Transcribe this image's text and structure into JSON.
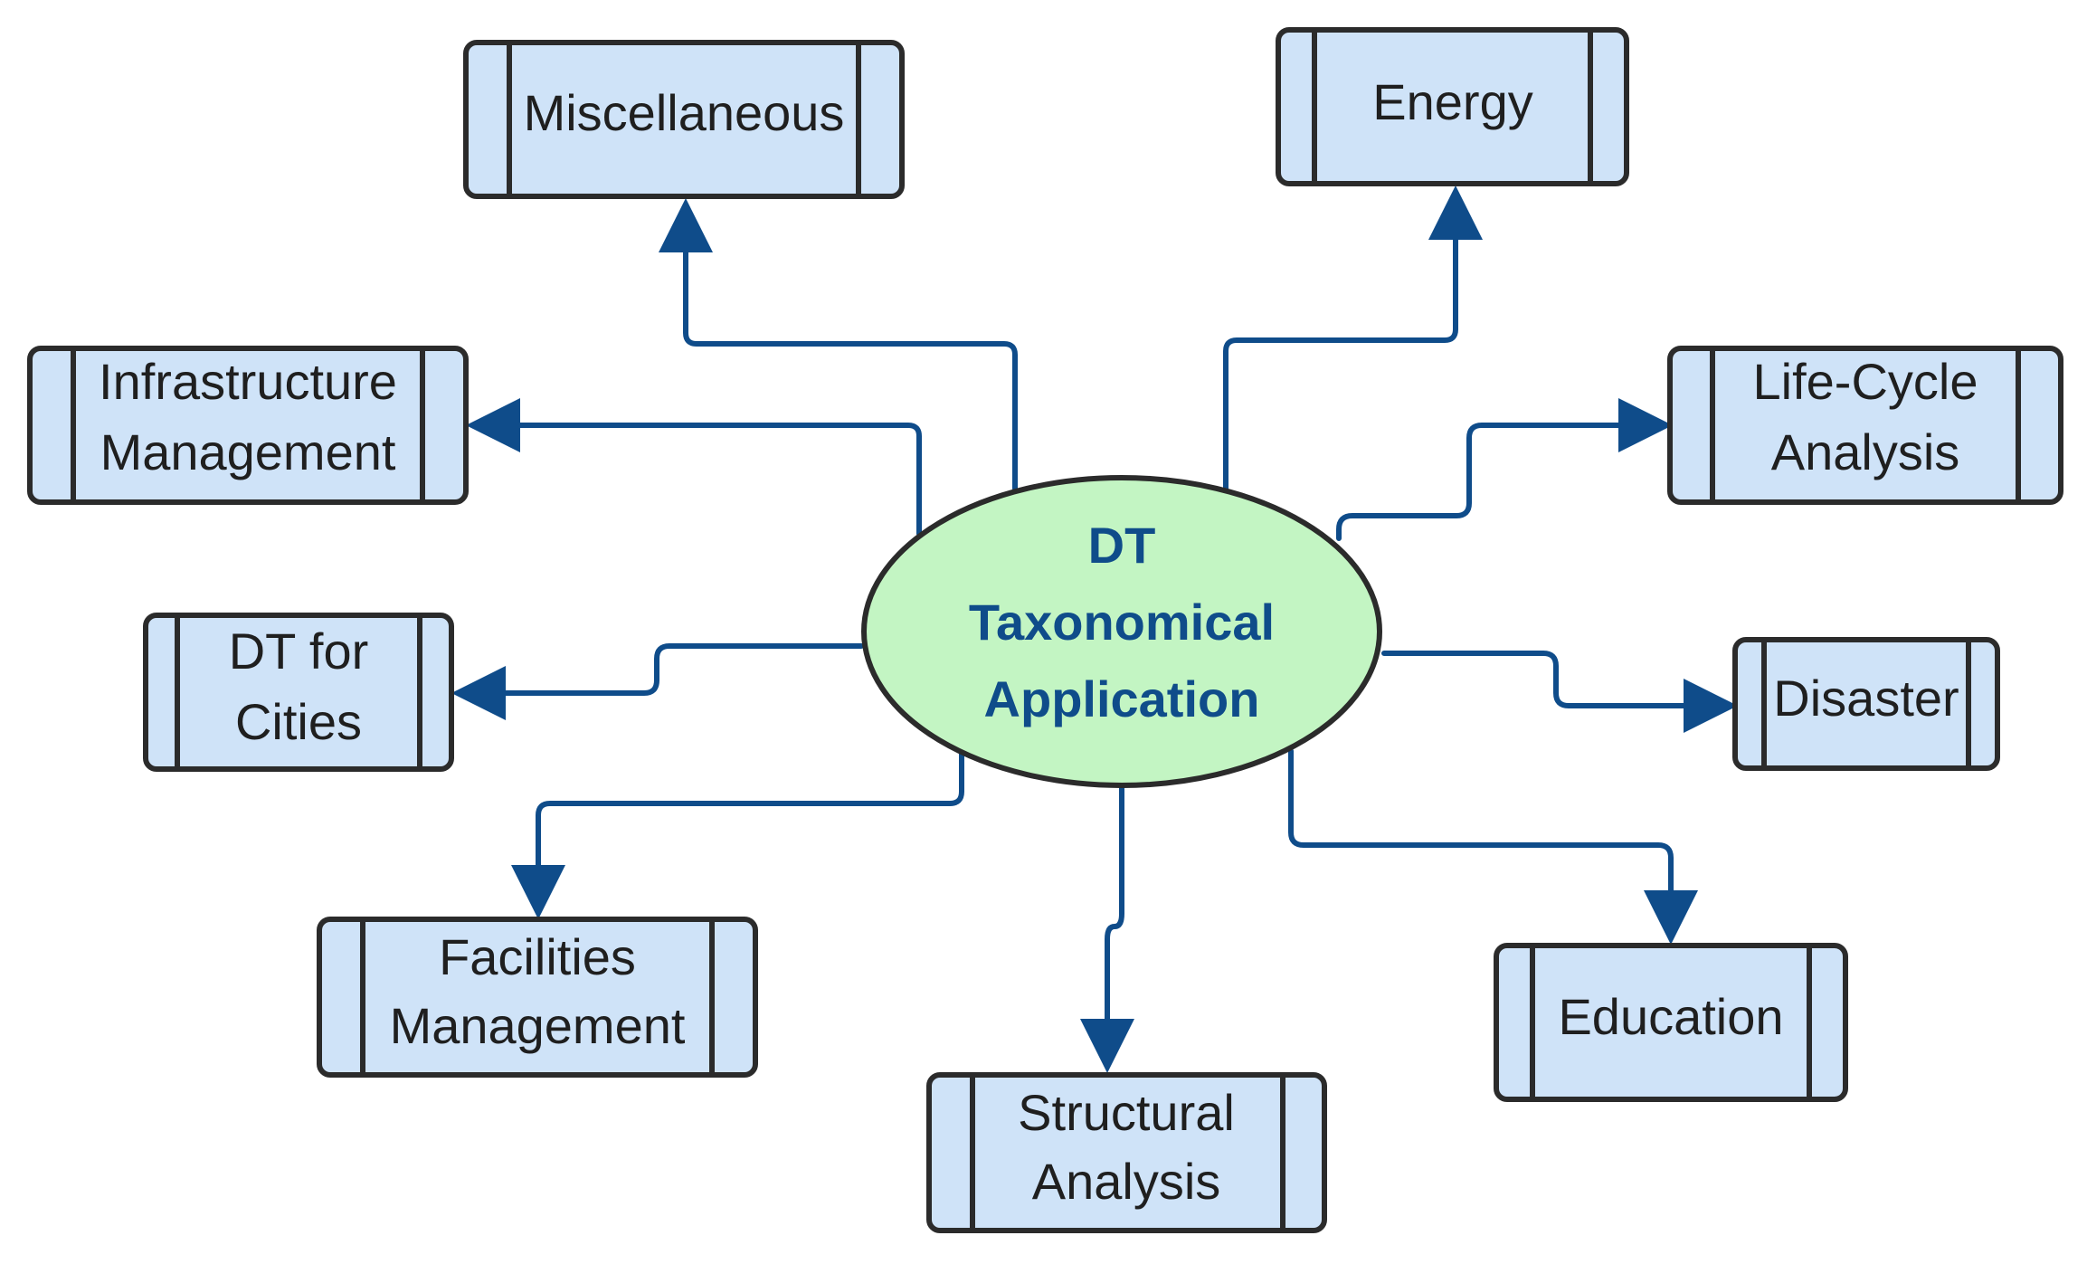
{
  "colors": {
    "connector": "#0f4c8a",
    "center_text": "#0f4c8a",
    "node_fill": "#cfe3f8",
    "center_fill": "#c3f5c3"
  },
  "center": {
    "lines": [
      "DT",
      "Taxonomical",
      "Application"
    ]
  },
  "nodes": [
    {
      "id": "miscellaneous",
      "lines": [
        "Miscellaneous"
      ]
    },
    {
      "id": "energy",
      "lines": [
        "Energy"
      ]
    },
    {
      "id": "infrastructure-management",
      "lines": [
        "Infrastructure",
        "Management"
      ]
    },
    {
      "id": "life-cycle-analysis",
      "lines": [
        "Life-Cycle",
        "Analysis"
      ]
    },
    {
      "id": "dt-for-cities",
      "lines": [
        "DT for",
        "Cities"
      ]
    },
    {
      "id": "disaster",
      "lines": [
        "Disaster"
      ]
    },
    {
      "id": "facilities-management",
      "lines": [
        "Facilities",
        "Management"
      ]
    },
    {
      "id": "structural-analysis",
      "lines": [
        "Structural",
        "Analysis"
      ]
    },
    {
      "id": "education",
      "lines": [
        "Education"
      ]
    }
  ]
}
